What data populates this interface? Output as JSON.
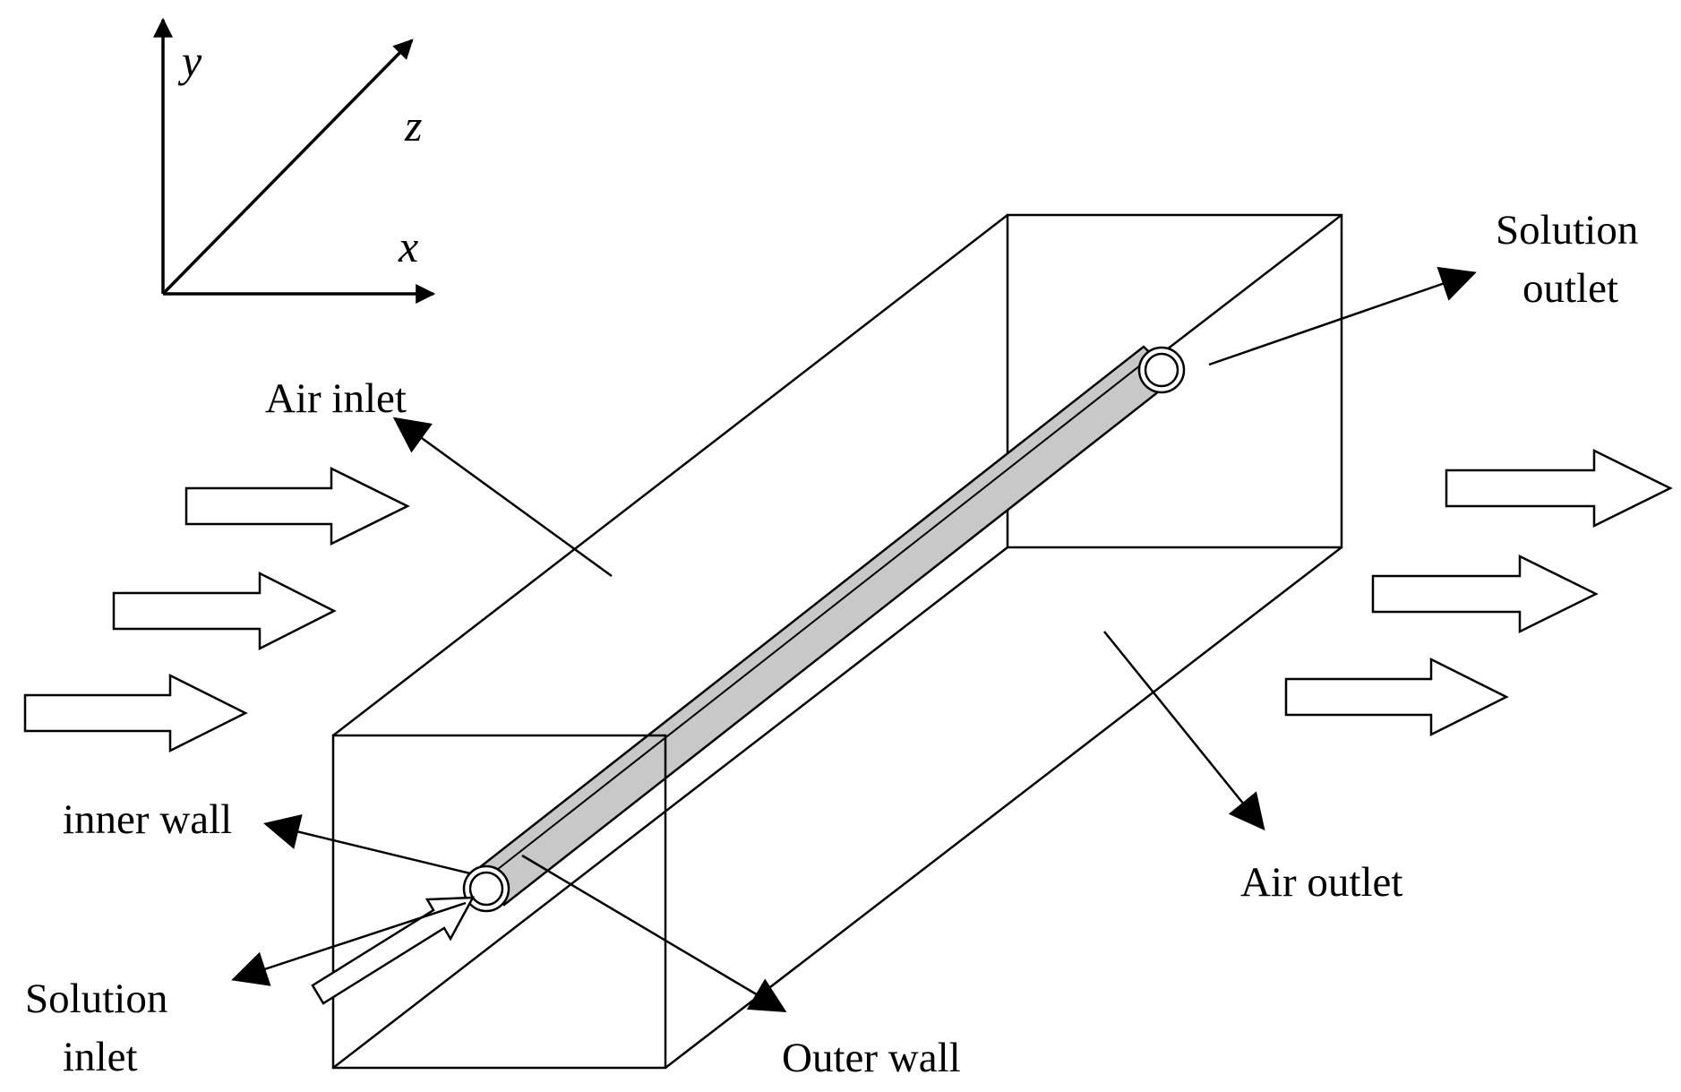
{
  "axes": {
    "y": "y",
    "z": "z",
    "x": "x"
  },
  "labels": {
    "solution_outlet_1": "Solution",
    "solution_outlet_2": "outlet",
    "air_inlet": "Air inlet",
    "inner_wall": "inner wall",
    "air_outlet": "Air outlet",
    "solution_inlet_1": "Solution",
    "solution_inlet_2": "inlet",
    "outer_wall": "Outer wall"
  },
  "colors": {
    "stroke": "#000000",
    "pipe_fill": "#c8c8c8",
    "background": "#ffffff"
  }
}
